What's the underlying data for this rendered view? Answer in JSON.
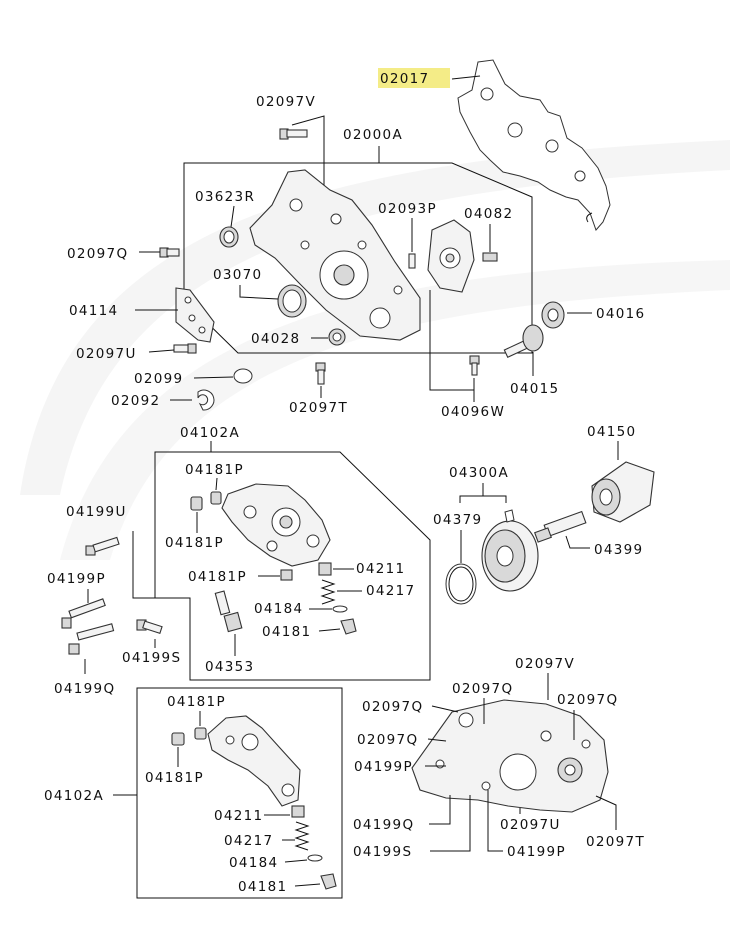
{
  "diagram": {
    "highlight_color": "#f4ec87",
    "watermark": "",
    "labels": {
      "p02017": "02017",
      "p02097V_top": "02097V",
      "p02000A": "02000A",
      "p03623R": "03623R",
      "p02093P": "02093P",
      "p04082": "04082",
      "p02097Q_left": "02097Q",
      "p03070": "03070",
      "p04114": "04114",
      "p04028": "04028",
      "p04016": "04016",
      "p02097U_left": "02097U",
      "p04015": "04015",
      "p02099": "02099",
      "p02092": "02092",
      "p02097T_mid": "02097T",
      "p04096W": "04096W",
      "p04102A_top": "04102A",
      "p04150": "04150",
      "p04181P_a": "04181P",
      "p04300A": "04300A",
      "p04199U": "04199U",
      "p04181P_b": "04181P",
      "p04379": "04379",
      "p04399": "04399",
      "p04211_a": "04211",
      "p04199P_left": "04199P",
      "p04181P_c": "04181P",
      "p04217_a": "04217",
      "p04184_a": "04184",
      "p04181_a": "04181",
      "p04199S_left": "04199S",
      "p04353": "04353",
      "p02097V_bot": "02097V",
      "p04199Q_left": "04199Q",
      "p02097Q_b1": "02097Q",
      "p04181P_d": "04181P",
      "p02097Q_b2": "02097Q",
      "p02097Q_b3": "02097Q",
      "p02097Q_b4": "02097Q",
      "p04181P_e": "04181P",
      "p04199P_b": "04199P",
      "p04102A_bot": "04102A",
      "p04211_b": "04211",
      "p04199Q_b": "04199Q",
      "p02097U_b": "02097U",
      "p04217_b": "04217",
      "p02097T_b": "02097T",
      "p04184_b": "04184",
      "p04199S_b": "04199S",
      "p04199P_c": "04199P",
      "p04181_b": "04181"
    }
  }
}
